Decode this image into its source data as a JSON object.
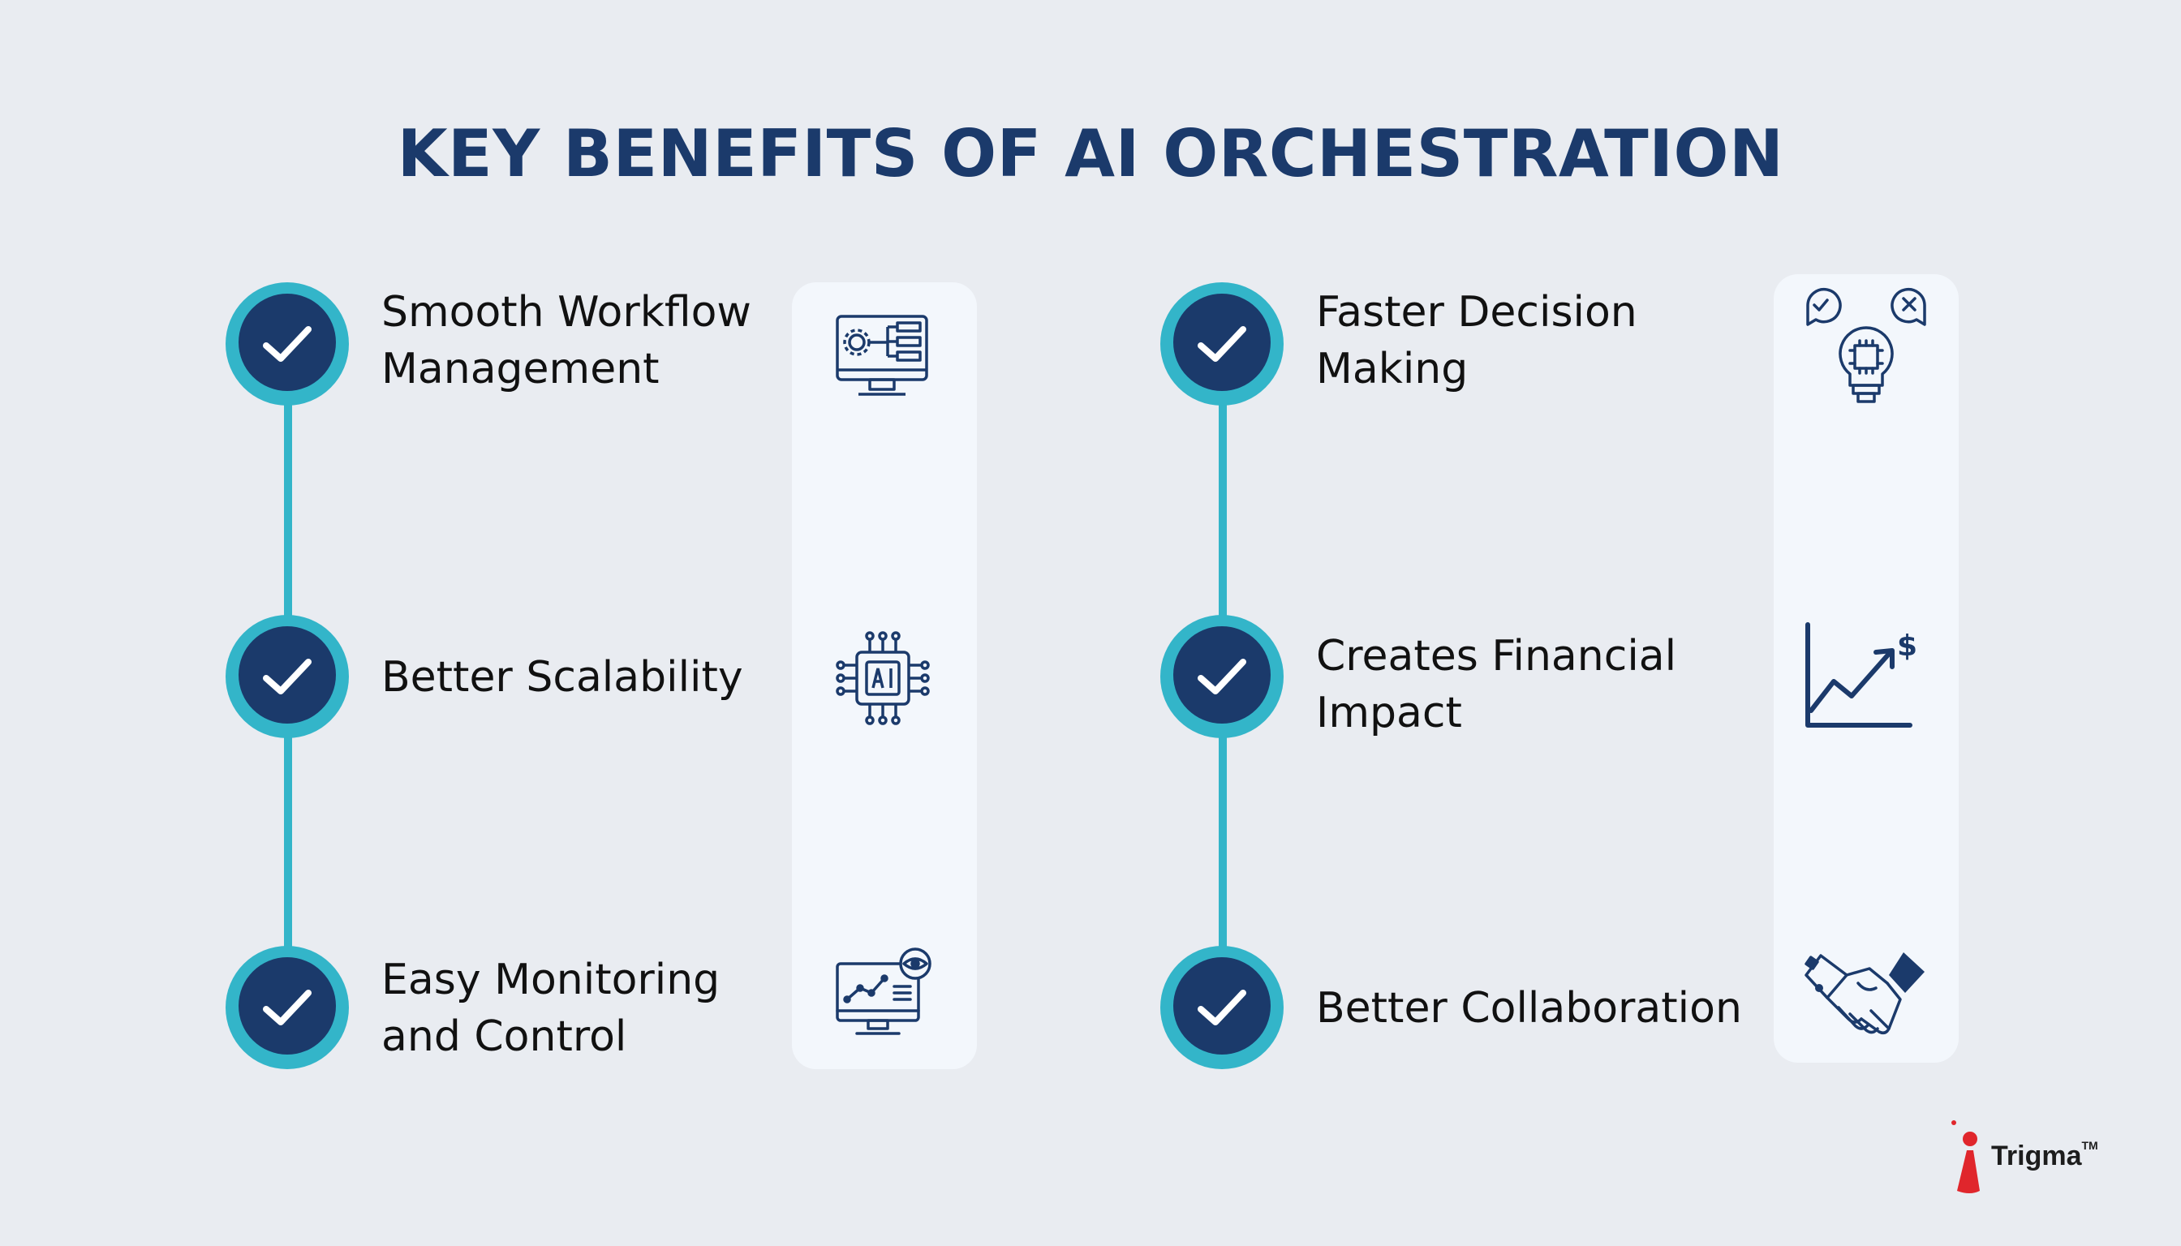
{
  "title": "KEY BENEFITS OF AI ORCHESTRATION",
  "left": {
    "items": [
      {
        "label_line1": "Smooth Workflow",
        "label_line2": "Management",
        "icon": "monitor-workflow-icon"
      },
      {
        "label_line1": "Better Scalability",
        "label_line2": "",
        "icon": "ai-chip-icon"
      },
      {
        "label_line1": "Easy Monitoring",
        "label_line2": "and Control",
        "icon": "monitor-eye-chart-icon"
      }
    ]
  },
  "right": {
    "items": [
      {
        "label_line1": "Faster Decision",
        "label_line2": "Making",
        "icon": "lightbulb-decision-icon"
      },
      {
        "label_line1": "Creates Financial",
        "label_line2": "Impact",
        "icon": "growth-chart-dollar-icon"
      },
      {
        "label_line1": "Better Collaboration",
        "label_line2": "",
        "icon": "handshake-icon"
      }
    ]
  },
  "logo": {
    "name": "Trigma",
    "tm": "TM"
  },
  "colors": {
    "navy": "#1b3a6b",
    "teal": "#33b5c9",
    "background": "#e9ecf1",
    "panel": "#f3f7fc",
    "logo_red": "#e0262c"
  }
}
